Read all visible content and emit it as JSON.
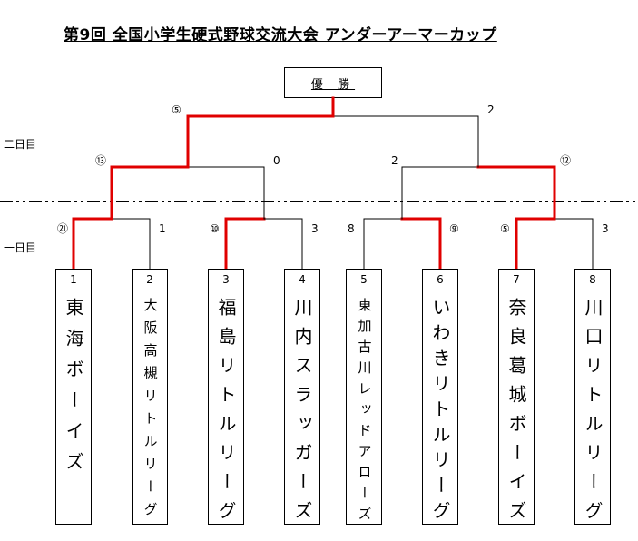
{
  "title": "第9回 全国小学生硬式野球交流大会 アンダーアーマーカップ",
  "champion_label": "優 勝",
  "day_labels": {
    "day2": "二日目",
    "day1": "一日目"
  },
  "teams": [
    {
      "no": "1",
      "name": "東海ボーイズ",
      "spaced": true
    },
    {
      "no": "2",
      "name": "大阪高槻リトルリーグ",
      "spaced": false
    },
    {
      "no": "3",
      "name": "福島リトルリーグ",
      "spaced": true
    },
    {
      "no": "4",
      "name": "川内スラッガーズ",
      "spaced": true
    },
    {
      "no": "5",
      "name": "東加古川レッドアローズ",
      "spaced": false
    },
    {
      "no": "6",
      "name": "いわきリトルリーグ",
      "spaced": true
    },
    {
      "no": "7",
      "name": "奈良葛城ボーイズ",
      "spaced": true
    },
    {
      "no": "8",
      "name": "川口リトルリーグ",
      "spaced": true
    }
  ],
  "scores": {
    "r1": [
      "㉑",
      "1",
      "⑩",
      "3",
      "8",
      "⑨",
      "⑤",
      "3"
    ],
    "semis": [
      "⑬",
      "0",
      "2",
      "⑫"
    ],
    "final": [
      "⑤",
      "2"
    ]
  },
  "winners": {
    "r1": [
      "1",
      "3",
      "6",
      "7"
    ],
    "semis": [
      "1",
      "7"
    ],
    "final": "1"
  },
  "colors": {
    "winner_line": "#e00000",
    "line": "#000000"
  }
}
